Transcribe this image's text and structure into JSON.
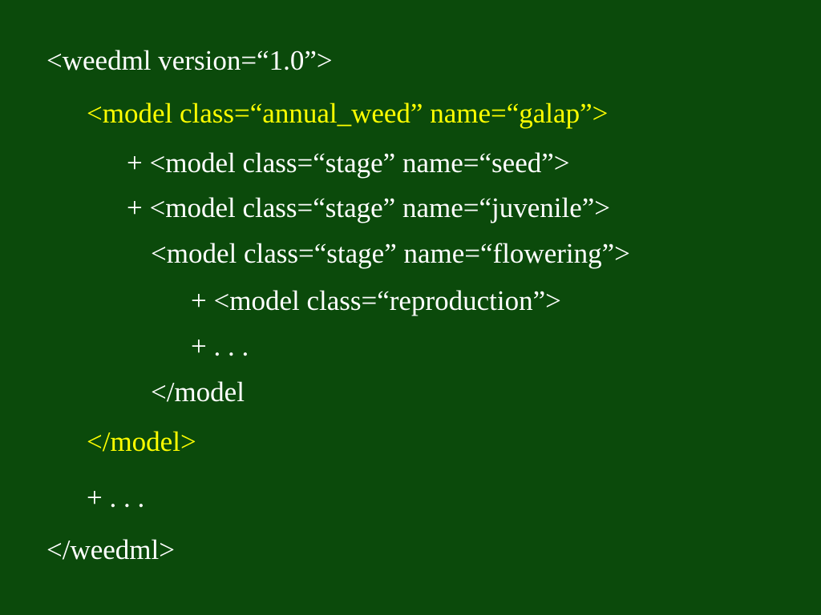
{
  "slide": {
    "background_color": "#0b4a0b",
    "lines": [
      {
        "text": "<weedml version=“1.0”>",
        "color": "#ffffff"
      },
      {
        "text": "<model class=“annual_weed” name=“galap”>",
        "color": "#ffff00"
      },
      {
        "text": "+ <model class=“stage” name=“seed”>",
        "color": "#ffffff"
      },
      {
        "text": "+ <model class=“stage” name=“juvenile”>",
        "color": "#ffffff"
      },
      {
        "text": "<model class=“stage” name=“flowering”>",
        "color": "#ffffff"
      },
      {
        "text": "+ <model class=“reproduction”>",
        "color": "#ffffff"
      },
      {
        "text": "+ . . .",
        "color": "#ffffff"
      },
      {
        "text": "</model",
        "color": "#ffffff"
      },
      {
        "text": "</model>",
        "color": "#ffff00"
      },
      {
        "text": "+ . . .",
        "color": "#ffffff"
      },
      {
        "text": "</weedml>",
        "color": "#ffffff"
      }
    ]
  }
}
